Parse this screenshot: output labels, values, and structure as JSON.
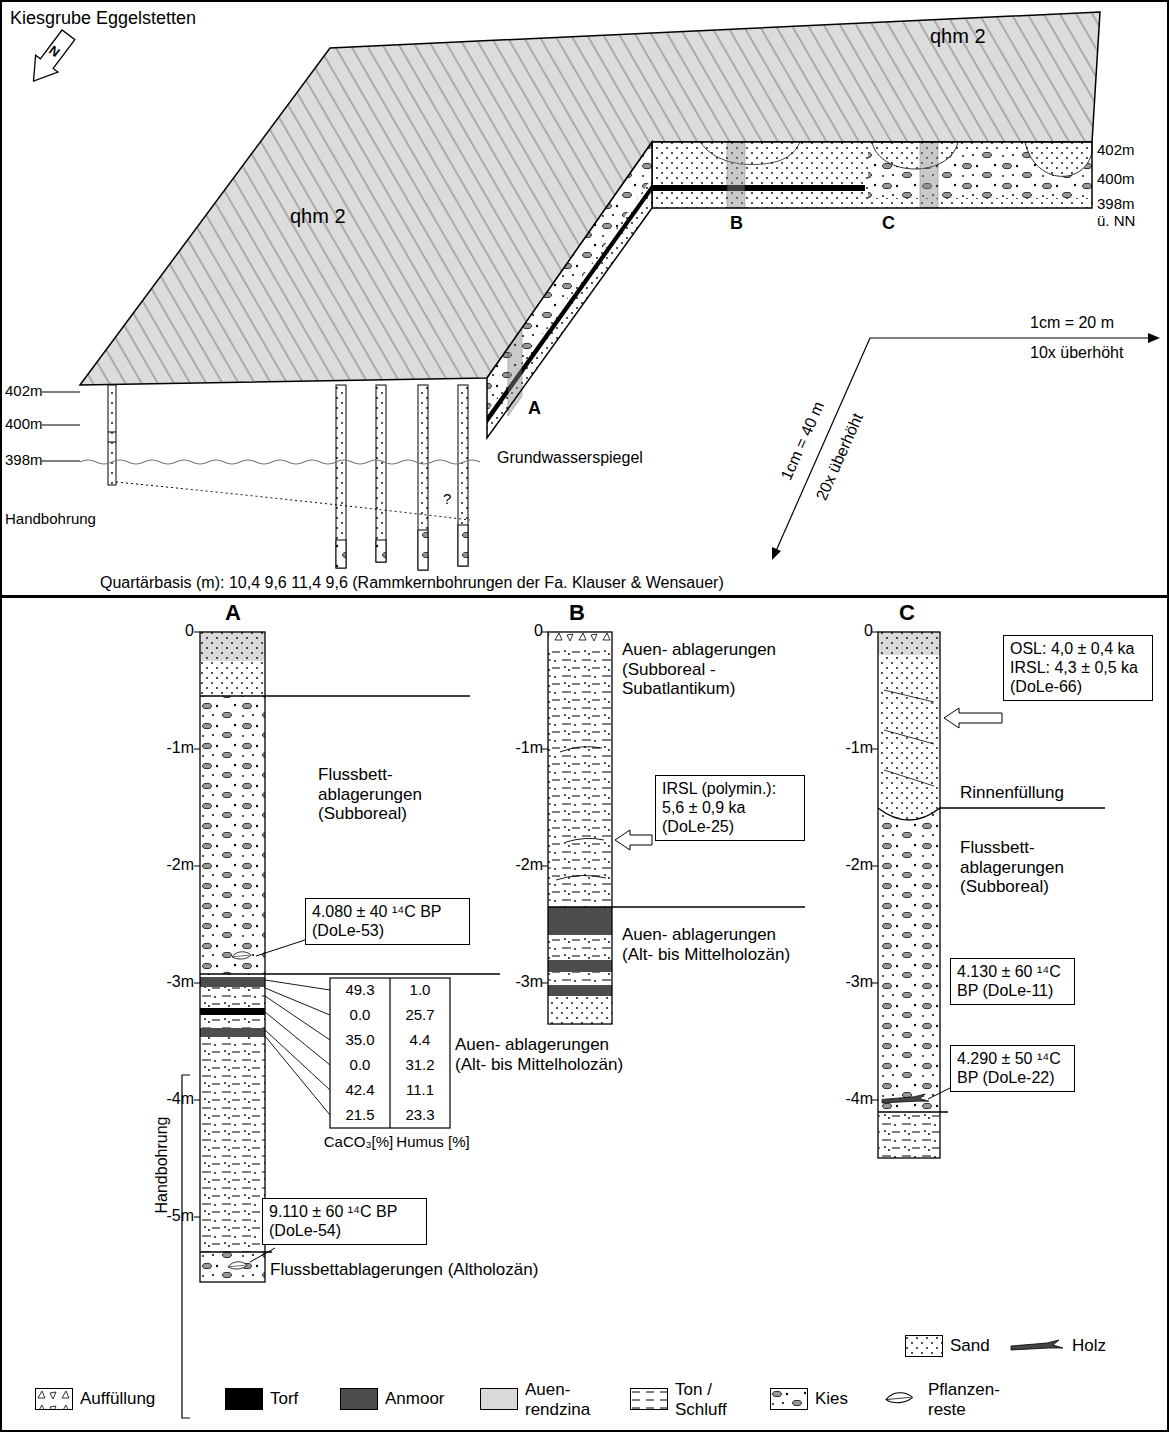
{
  "diagram": {
    "nodes": [
      {
        "text": [
          "Kiesgrube Eggelstetten"
        ]
      },
      {
        "text": [
          "4.080 ± 40 ¹⁴C BP (DoLe-53)"
        ]
      },
      {
        "text": [
          "9.110 ± 60 ¹⁴C BP (DoLe-54)"
        ]
      },
      {
        "text": [
          "IRSL (polymin.): 5,6 ± 0,9 ka (DoLe-25)"
        ]
      },
      {
        "text": [
          "OSL: 4,0 ± 0,4 ka IRSL: 4,3 ± 0,5 ka (DoLe-66)"
        ]
      },
      {
        "text": [
          "4.130 ± 60 ¹⁴C BP (DoLe-11)"
        ]
      },
      {
        "text": [
          "4.290 ± 50 ¹⁴C BP (DoLe-22)"
        ]
      }
    ],
    "labels": [
      "N",
      "qhm 2",
      "qhm 2",
      "402m",
      "400m",
      "398m",
      "ü. NN",
      "B",
      "C",
      "A",
      "1cm = 20 m",
      "10x überhöht",
      "1cm = 40 m",
      "20x überhöht",
      "402m",
      "400m",
      "398m",
      "Grundwasserspiegel",
      "?",
      "Handbohrung",
      "Quartärbasis (m): 10,4 9,6 11,4 9,6 (Rammkernbohrungen der Fa. Klauser & Wensauer)",
      "A",
      "0",
      "-1m",
      "-2m",
      "-3m",
      "-4m",
      "-5m",
      "Flussbett- ablagerungen (Subboreal)",
      "Auen- ablagerungen (Alt- bis Mittelholozän)",
      "49.3",
      "1.0",
      "0.0",
      "25.7",
      "35.0",
      "4.4",
      "0.0",
      "31.2",
      "42.4",
      "11.1",
      "21.5",
      "23.3",
      "CaCO₃[%]",
      "Humus [%]",
      "Handbohrung",
      "Flussbettablagerungen (Altholozän)",
      "B",
      "0",
      "-1m",
      "-2m",
      "-3m",
      "Auen- ablagerungen (Subboreal - Subatlantikum)",
      "Auen- ablagerungen (Alt- bis Mittelholozän)",
      "C",
      "0",
      "-1m",
      "-2m",
      "-3m",
      "-4m",
      "Rinnenfüllung",
      "Flussbett- ablagerungen (Subboreal)"
    ],
    "legend": [
      {
        "text": "Sand"
      },
      {
        "text": "Holz"
      },
      {
        "text": "Auffüllung"
      },
      {
        "text": "Torf",
        "color": "#000000"
      },
      {
        "text": "Anmoor",
        "color": "#4d4d4d"
      },
      {
        "text": "Auen- rendzina",
        "color": "#d9d9d9"
      },
      {
        "text": "Ton / Schluff"
      },
      {
        "text": "Kies"
      },
      {
        "text": "Pflanzen- reste"
      }
    ]
  }
}
